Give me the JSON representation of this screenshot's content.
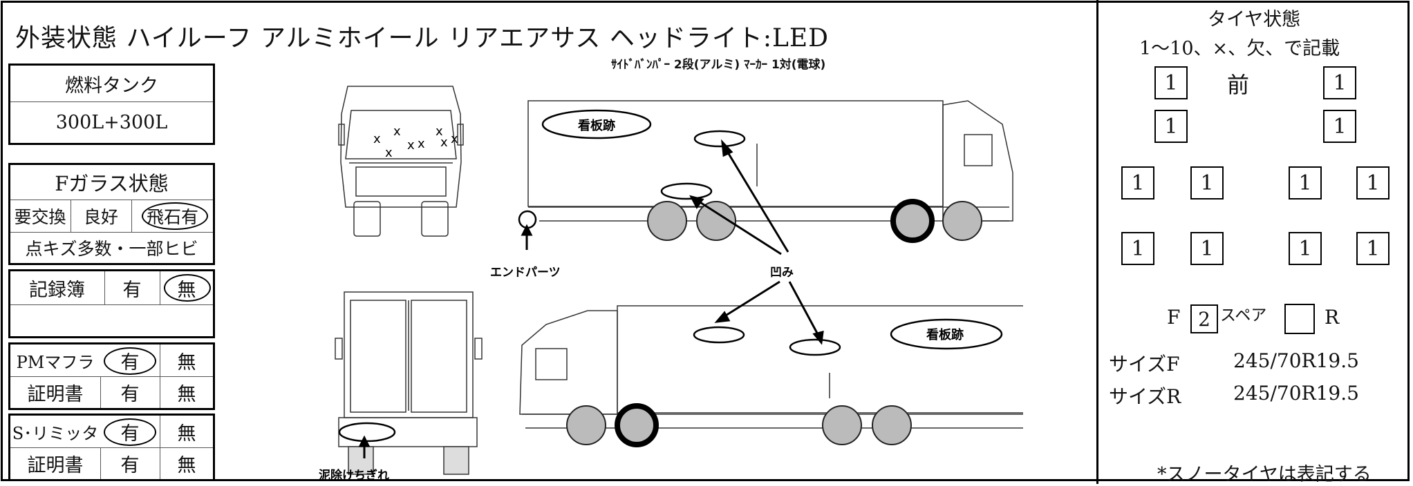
{
  "header": {
    "title": "外装状態 ハイルーフ アルミホイール リアエアサス ヘッドライト:LED",
    "subtitle": "ｻｲﾄﾞﾊﾞﾝﾊﾟｰ 2段(アルミ) ﾏｰｶｰ 1対(電球)"
  },
  "fuel": {
    "label": "燃料タンク",
    "value": "300L+300L"
  },
  "glass": {
    "label": "Fガラス状態",
    "options": [
      "要交換",
      "良好",
      "飛石有"
    ],
    "selected": "飛石有",
    "note": "点キズ多数・一部ヒビ"
  },
  "record": {
    "label": "記録簿",
    "yes": "有",
    "no": "無",
    "selected": "無"
  },
  "pm": {
    "label": "PMマフラ",
    "yes": "有",
    "no": "無",
    "selected": "有",
    "cert_label": "証明書",
    "cert_yes": "有",
    "cert_no": "無"
  },
  "limiter": {
    "label": "S･リミッタ",
    "yes": "有",
    "no": "無",
    "selected": "有",
    "cert_label": "証明書",
    "cert_yes": "有",
    "cert_no": "無"
  },
  "diagram": {
    "marks": "x",
    "sign_top": "看板跡",
    "sign_bottom": "看板跡",
    "end_parts": "エンドパーツ",
    "dents": "凹み",
    "mudflap": "泥除けちぎれ"
  },
  "tires": {
    "title": "タイヤ状態",
    "instructions": "1〜10、×、欠、で記載",
    "front_label": "前",
    "row1": [
      "1",
      "1"
    ],
    "row2": [
      "1",
      "1"
    ],
    "row3": [
      "1",
      "1",
      "1",
      "1"
    ],
    "row4": [
      "1",
      "1",
      "1",
      "1"
    ],
    "spare_f_label": "F",
    "spare_f_value": "2",
    "spare_label": "スペア",
    "spare_r_value": "",
    "spare_r_label": "R",
    "size_f_label": "サイズF",
    "size_f_value": "245/70R19.5",
    "size_r_label": "サイズR",
    "size_r_value": "245/70R19.5",
    "snow_note": "*スノータイヤは表記する"
  }
}
